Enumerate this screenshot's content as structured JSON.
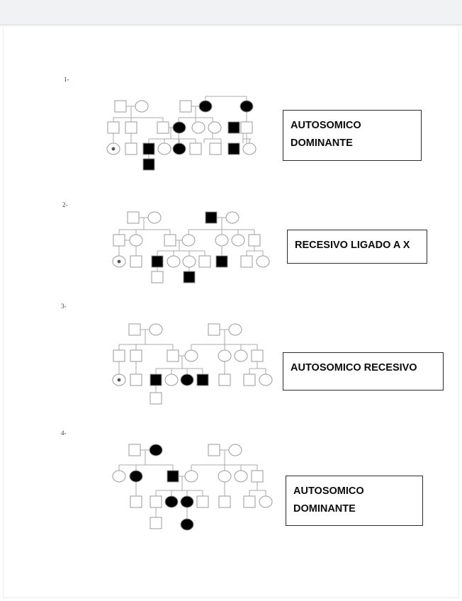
{
  "document": {
    "title": "Pedigree Worksheet",
    "background_color": "#ffffff",
    "top_bar_color": "#f1f2f4",
    "symbol_fill_affected": "#000000",
    "symbol_fill_unaffected": "#ffffff",
    "symbol_stroke": "#b0b0b0",
    "line_color": "#aaaaaa"
  },
  "items": [
    {
      "number": "1-",
      "answer_lines": [
        "AUTOSOMICO",
        "DOMINANTE"
      ],
      "pedigree": {
        "generations": 4,
        "persons": [
          {
            "id": "I-1",
            "sex": "male",
            "affected": false,
            "gen": 1
          },
          {
            "id": "I-2",
            "sex": "female",
            "affected": false,
            "gen": 1
          },
          {
            "id": "I-3",
            "sex": "male",
            "affected": false,
            "gen": 1
          },
          {
            "id": "I-4",
            "sex": "female",
            "affected": true,
            "gen": 1
          },
          {
            "id": "I-5",
            "sex": "female",
            "affected": true,
            "gen": 1
          },
          {
            "id": "II-1",
            "sex": "male",
            "affected": false,
            "gen": 2
          },
          {
            "id": "II-2",
            "sex": "male",
            "affected": false,
            "gen": 2
          },
          {
            "id": "II-3",
            "sex": "male",
            "affected": false,
            "gen": 2
          },
          {
            "id": "II-4",
            "sex": "female",
            "affected": true,
            "gen": 2
          },
          {
            "id": "II-5",
            "sex": "female",
            "affected": false,
            "gen": 2
          },
          {
            "id": "II-6",
            "sex": "female",
            "affected": false,
            "gen": 2
          },
          {
            "id": "II-7",
            "sex": "male",
            "affected": true,
            "gen": 2
          },
          {
            "id": "II-8",
            "sex": "male",
            "affected": false,
            "gen": 2
          },
          {
            "id": "III-1",
            "sex": "female",
            "affected": false,
            "carrier": true,
            "gen": 3
          },
          {
            "id": "III-2",
            "sex": "male",
            "affected": false,
            "gen": 3
          },
          {
            "id": "III-3",
            "sex": "male",
            "affected": true,
            "gen": 3
          },
          {
            "id": "III-4",
            "sex": "female",
            "affected": false,
            "gen": 3
          },
          {
            "id": "III-5",
            "sex": "female",
            "affected": true,
            "gen": 3
          },
          {
            "id": "III-6",
            "sex": "male",
            "affected": false,
            "gen": 3
          },
          {
            "id": "III-7",
            "sex": "male",
            "affected": false,
            "gen": 3
          },
          {
            "id": "III-8",
            "sex": "male",
            "affected": true,
            "gen": 3
          },
          {
            "id": "III-9",
            "sex": "female",
            "affected": false,
            "gen": 3
          },
          {
            "id": "III-10",
            "sex": "male",
            "affected": true,
            "gen": 3
          },
          {
            "id": "IV-1",
            "sex": "male",
            "affected": true,
            "gen": 4
          }
        ]
      }
    },
    {
      "number": "2-",
      "answer_lines": [
        "RECESIVO LIGADO A X"
      ],
      "pedigree": {
        "generations": 4,
        "persons": [
          {
            "id": "I-1",
            "sex": "male",
            "affected": false,
            "gen": 1
          },
          {
            "id": "I-2",
            "sex": "female",
            "affected": false,
            "gen": 1
          },
          {
            "id": "I-3",
            "sex": "male",
            "affected": true,
            "gen": 1
          },
          {
            "id": "I-4",
            "sex": "female",
            "affected": false,
            "gen": 1
          },
          {
            "id": "II-1",
            "sex": "male",
            "affected": false,
            "gen": 2
          },
          {
            "id": "II-2",
            "sex": "female",
            "affected": false,
            "gen": 2
          },
          {
            "id": "II-3",
            "sex": "male",
            "affected": false,
            "gen": 2
          },
          {
            "id": "II-4",
            "sex": "female",
            "affected": false,
            "gen": 2
          },
          {
            "id": "II-5",
            "sex": "female",
            "affected": false,
            "gen": 2
          },
          {
            "id": "II-6",
            "sex": "female",
            "affected": false,
            "gen": 2
          },
          {
            "id": "II-7",
            "sex": "male",
            "affected": false,
            "gen": 2
          },
          {
            "id": "III-1",
            "sex": "female",
            "affected": false,
            "carrier": true,
            "gen": 3
          },
          {
            "id": "III-2",
            "sex": "male",
            "affected": false,
            "gen": 3
          },
          {
            "id": "III-3",
            "sex": "male",
            "affected": true,
            "gen": 3
          },
          {
            "id": "III-4",
            "sex": "female",
            "affected": false,
            "gen": 3
          },
          {
            "id": "III-5",
            "sex": "female",
            "affected": false,
            "gen": 3
          },
          {
            "id": "III-6",
            "sex": "male",
            "affected": false,
            "gen": 3
          },
          {
            "id": "III-7",
            "sex": "male",
            "affected": true,
            "gen": 3
          },
          {
            "id": "III-8",
            "sex": "male",
            "affected": false,
            "gen": 3
          },
          {
            "id": "III-9",
            "sex": "female",
            "affected": false,
            "gen": 3
          },
          {
            "id": "IV-1",
            "sex": "male",
            "affected": false,
            "gen": 4
          },
          {
            "id": "IV-2",
            "sex": "male",
            "affected": true,
            "gen": 4
          }
        ]
      }
    },
    {
      "number": "3-",
      "answer_lines": [
        "AUTOSOMICO RECESIVO"
      ],
      "pedigree": {
        "generations": 4,
        "persons": [
          {
            "id": "I-1",
            "sex": "male",
            "affected": false,
            "gen": 1
          },
          {
            "id": "I-2",
            "sex": "female",
            "affected": false,
            "gen": 1
          },
          {
            "id": "I-3",
            "sex": "male",
            "affected": false,
            "gen": 1
          },
          {
            "id": "I-4",
            "sex": "female",
            "affected": false,
            "gen": 1
          },
          {
            "id": "II-1",
            "sex": "male",
            "affected": false,
            "gen": 2
          },
          {
            "id": "II-2",
            "sex": "male",
            "affected": false,
            "gen": 2
          },
          {
            "id": "II-3",
            "sex": "male",
            "affected": false,
            "gen": 2
          },
          {
            "id": "II-4",
            "sex": "female",
            "affected": false,
            "gen": 2
          },
          {
            "id": "II-5",
            "sex": "female",
            "affected": false,
            "gen": 2
          },
          {
            "id": "II-6",
            "sex": "female",
            "affected": false,
            "gen": 2
          },
          {
            "id": "II-7",
            "sex": "male",
            "affected": false,
            "gen": 2
          },
          {
            "id": "III-1",
            "sex": "female",
            "affected": false,
            "carrier": true,
            "gen": 3
          },
          {
            "id": "III-2",
            "sex": "male",
            "affected": false,
            "gen": 3
          },
          {
            "id": "III-3",
            "sex": "male",
            "affected": true,
            "gen": 3
          },
          {
            "id": "III-4",
            "sex": "female",
            "affected": false,
            "gen": 3
          },
          {
            "id": "III-5",
            "sex": "female",
            "affected": true,
            "gen": 3
          },
          {
            "id": "III-6",
            "sex": "male",
            "affected": true,
            "gen": 3
          },
          {
            "id": "III-7",
            "sex": "male",
            "affected": false,
            "gen": 3
          },
          {
            "id": "III-8",
            "sex": "male",
            "affected": false,
            "gen": 3
          },
          {
            "id": "III-9",
            "sex": "female",
            "affected": false,
            "gen": 3
          },
          {
            "id": "IV-1",
            "sex": "male",
            "affected": false,
            "gen": 4
          }
        ]
      }
    },
    {
      "number": "4-",
      "answer_lines": [
        "AUTOSOMICO",
        "DOMINANTE"
      ],
      "pedigree": {
        "generations": 4,
        "persons": [
          {
            "id": "I-1",
            "sex": "male",
            "affected": false,
            "gen": 1
          },
          {
            "id": "I-2",
            "sex": "female",
            "affected": true,
            "gen": 1
          },
          {
            "id": "I-3",
            "sex": "male",
            "affected": false,
            "gen": 1
          },
          {
            "id": "I-4",
            "sex": "female",
            "affected": false,
            "gen": 1
          },
          {
            "id": "II-1",
            "sex": "female",
            "affected": false,
            "gen": 2
          },
          {
            "id": "II-2",
            "sex": "female",
            "affected": true,
            "gen": 2
          },
          {
            "id": "II-3",
            "sex": "male",
            "affected": true,
            "gen": 2
          },
          {
            "id": "II-4",
            "sex": "female",
            "affected": false,
            "gen": 2
          },
          {
            "id": "II-5",
            "sex": "female",
            "affected": false,
            "gen": 2
          },
          {
            "id": "II-6",
            "sex": "female",
            "affected": false,
            "gen": 2
          },
          {
            "id": "II-7",
            "sex": "male",
            "affected": false,
            "gen": 2
          },
          {
            "id": "III-1",
            "sex": "male",
            "affected": false,
            "gen": 3
          },
          {
            "id": "III-2",
            "sex": "male",
            "affected": false,
            "gen": 3
          },
          {
            "id": "III-3",
            "sex": "female",
            "affected": true,
            "gen": 3
          },
          {
            "id": "III-4",
            "sex": "female",
            "affected": true,
            "gen": 3
          },
          {
            "id": "III-5",
            "sex": "male",
            "affected": false,
            "gen": 3
          },
          {
            "id": "III-6",
            "sex": "male",
            "affected": false,
            "gen": 3
          },
          {
            "id": "III-7",
            "sex": "male",
            "affected": false,
            "gen": 3
          },
          {
            "id": "III-8",
            "sex": "female",
            "affected": false,
            "gen": 3
          },
          {
            "id": "IV-1",
            "sex": "male",
            "affected": false,
            "gen": 4
          },
          {
            "id": "IV-2",
            "sex": "female",
            "affected": true,
            "gen": 4
          }
        ]
      }
    }
  ]
}
